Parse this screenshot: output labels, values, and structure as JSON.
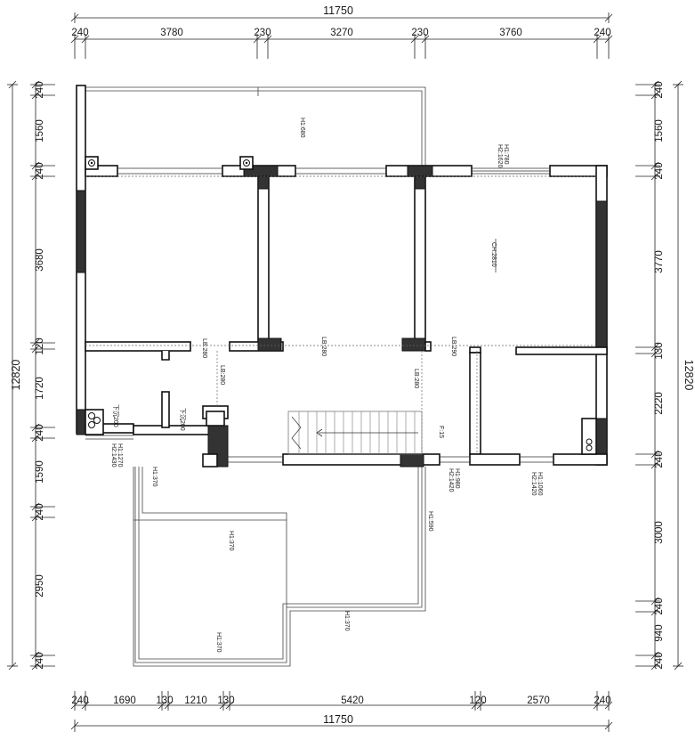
{
  "dimensions": {
    "top_total": "11750",
    "top_segments": [
      "240",
      "3780",
      "230",
      "3270",
      "230",
      "3760",
      "240"
    ],
    "bottom_total": "11750",
    "bottom_segments": [
      "240",
      "1690",
      "130",
      "1210",
      "130",
      "5420",
      "120",
      "2570",
      "240"
    ],
    "left_total": "12820",
    "left_segments": [
      "240",
      "1560",
      "240",
      "3680",
      "120",
      "1720",
      "240",
      "1590",
      "240",
      "2950",
      "240"
    ],
    "right_total": "12820",
    "right_segments": [
      "240",
      "1560",
      "240",
      "3770",
      "130",
      "2220",
      "240",
      "3000",
      "240",
      "940",
      "240"
    ]
  },
  "annotations": {
    "top_terrace": "H1:680",
    "window_top": "H2:1620",
    "window_top_2": "H1:780",
    "room_right": "CH:2810",
    "lb_1": "LB:280",
    "lb_2": "LB:280",
    "lb_3": "LB:280",
    "lb_4": "LB:280",
    "lb_5": "LB:290",
    "stair": "F:15",
    "slab_1": "下沉200",
    "slab_2": "下沉200",
    "win_left_a": "H2:1430",
    "win_left_b": "H1:1270",
    "win_mid_a": "H2:1420",
    "win_mid_b": "H1:980",
    "win_right_a": "H2:1420",
    "win_right_b": "H1:1060",
    "ledge_1": "H1:370",
    "ledge_2": "H1:370",
    "ledge_3": "H1:370",
    "ledge_4": "H1:590",
    "ledge_5": "H1:370"
  },
  "colors": {
    "line": "#111111",
    "column_fill": "#333333",
    "background": "#ffffff"
  }
}
